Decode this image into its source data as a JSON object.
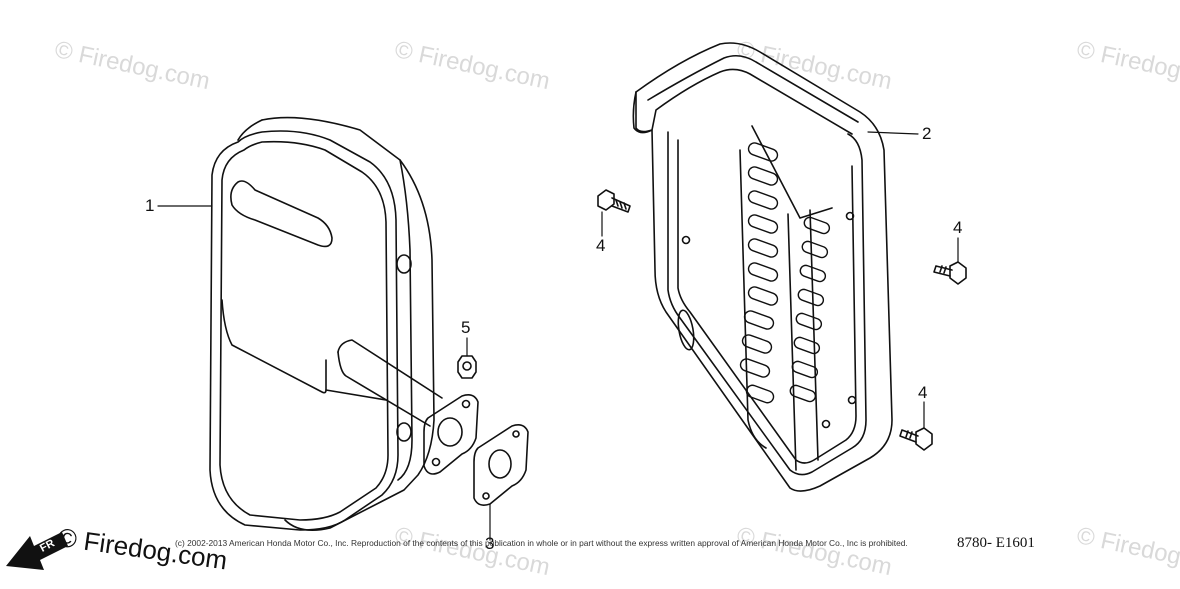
{
  "watermark": "© Firedog.com",
  "watermark_brand": "© Firedog.com",
  "callouts": [
    "1",
    "2",
    "3",
    "4",
    "4",
    "4",
    "5"
  ],
  "copyright": "(c) 2002-2013 American Honda Motor Co., Inc. Reproduction of the contents of this publication in whole or in part without the express written approval of American Honda Motor Co., Inc is prohibited.",
  "diagram_code": "8780- E1601",
  "direction_label": "FR",
  "parts": {
    "muffler": "muffler-icon",
    "protector": "muffler-protector-icon",
    "gasket": "gasket-icon",
    "bolt": "flange-bolt-icon",
    "nut": "nut-icon"
  },
  "colors": {
    "line": "#111111",
    "watermark": "#d9d9d9"
  }
}
